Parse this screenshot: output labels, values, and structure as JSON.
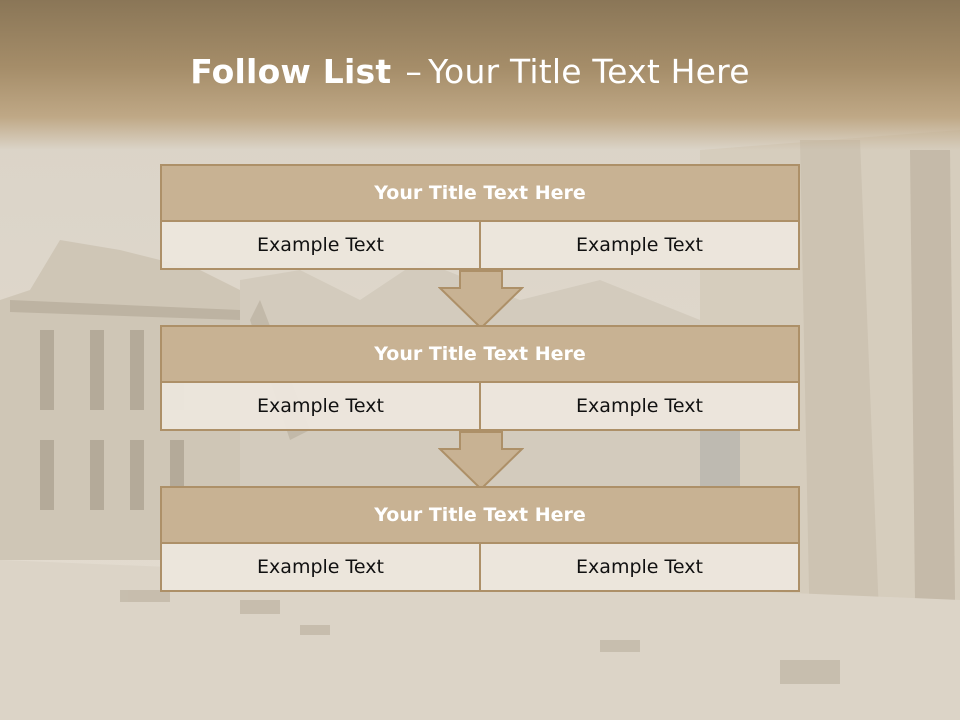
{
  "slide": {
    "title_bold": "Follow List",
    "title_sep": "–",
    "title_rest": "Your Title Text Here"
  },
  "blocks": [
    {
      "title": "Your Title Text Here",
      "left_text": "Example Text",
      "right_text": "Example Text"
    },
    {
      "title": "Your Title Text Here",
      "left_text": "Example Text",
      "right_text": "Example Text"
    },
    {
      "title": "Your Title Text Here",
      "left_text": "Example Text",
      "right_text": "Example Text"
    }
  ],
  "colors": {
    "header": "#a58d69",
    "block_title": "#c8b293",
    "border": "#ad9068",
    "cell_bg": "#ece6dd",
    "arrow": "#c8b293"
  },
  "icons": [
    "down-arrow-icon"
  ]
}
